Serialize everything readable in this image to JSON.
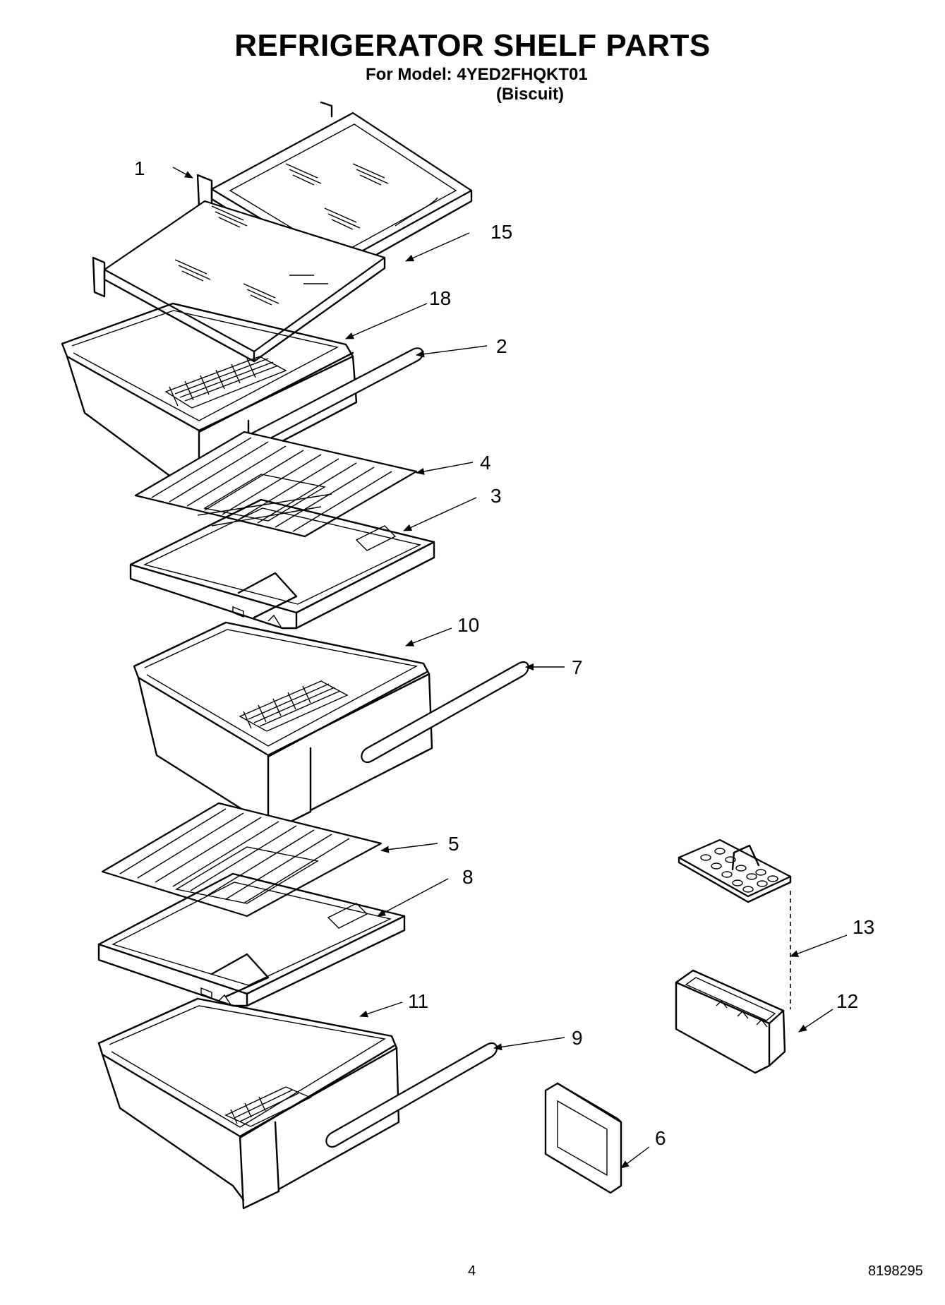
{
  "header": {
    "title": "REFRIGERATOR SHELF PARTS",
    "model_line": "For Model: 4YED2FHQKT01",
    "color_line": "(Biscuit)"
  },
  "footer": {
    "page_number": "4",
    "document_number": "8198295"
  },
  "callouts": [
    {
      "id": "1"
    },
    {
      "id": "15"
    },
    {
      "id": "18"
    },
    {
      "id": "2"
    },
    {
      "id": "4"
    },
    {
      "id": "3"
    },
    {
      "id": "10"
    },
    {
      "id": "7"
    },
    {
      "id": "5"
    },
    {
      "id": "8"
    },
    {
      "id": "11"
    },
    {
      "id": "9"
    },
    {
      "id": "13"
    },
    {
      "id": "12"
    },
    {
      "id": "6"
    }
  ]
}
